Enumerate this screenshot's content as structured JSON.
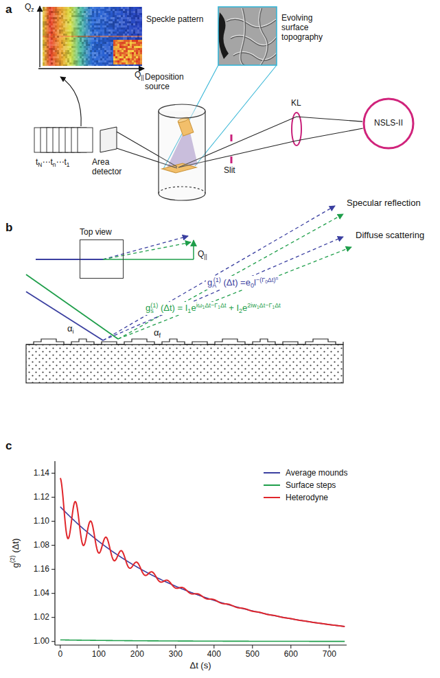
{
  "diagram": {
    "nodes": [
      {
        "text": [
          "NSLS-II"
        ]
      },
      {
        "text": [
          "Deposition source"
        ]
      },
      {
        "text": [
          "Top view"
        ]
      }
    ],
    "edges": [
      {
        "from": 0,
        "to": 1,
        "arrow": "none"
      }
    ],
    "labels": [
      "a",
      "Qz",
      "Q||",
      "Speckle pattern",
      "Evolving surface topography",
      "Area detector",
      "tN⋯tn⋯t1",
      "Slit",
      "KL",
      "b",
      "Q||",
      "Specular reflection",
      "Diffuse scattering",
      "gA(1) (Δt) =e0l−(Γ0Δt)n",
      "gs(1) (Δt) = I1eiω1Δt−Γ1Δt + I2e2iw1Δt−Γ1Δt",
      "αi",
      "αf",
      "c",
      "1.14",
      "1.12",
      "1.10",
      "1.08",
      "1.16",
      "1.04",
      "1.02",
      "1.00",
      "0",
      "100",
      "200",
      "300",
      "400",
      "500",
      "600",
      "700",
      "g(2) (Δt)",
      "Δt (s)"
    ],
    "legend": [
      {
        "text": "Average mounds",
        "color": "#3a3fa0"
      },
      {
        "text": "Surface steps",
        "color": "#1e9e4a"
      },
      {
        "text": "Heterodyne",
        "color": "#e0262b"
      }
    ]
  }
}
